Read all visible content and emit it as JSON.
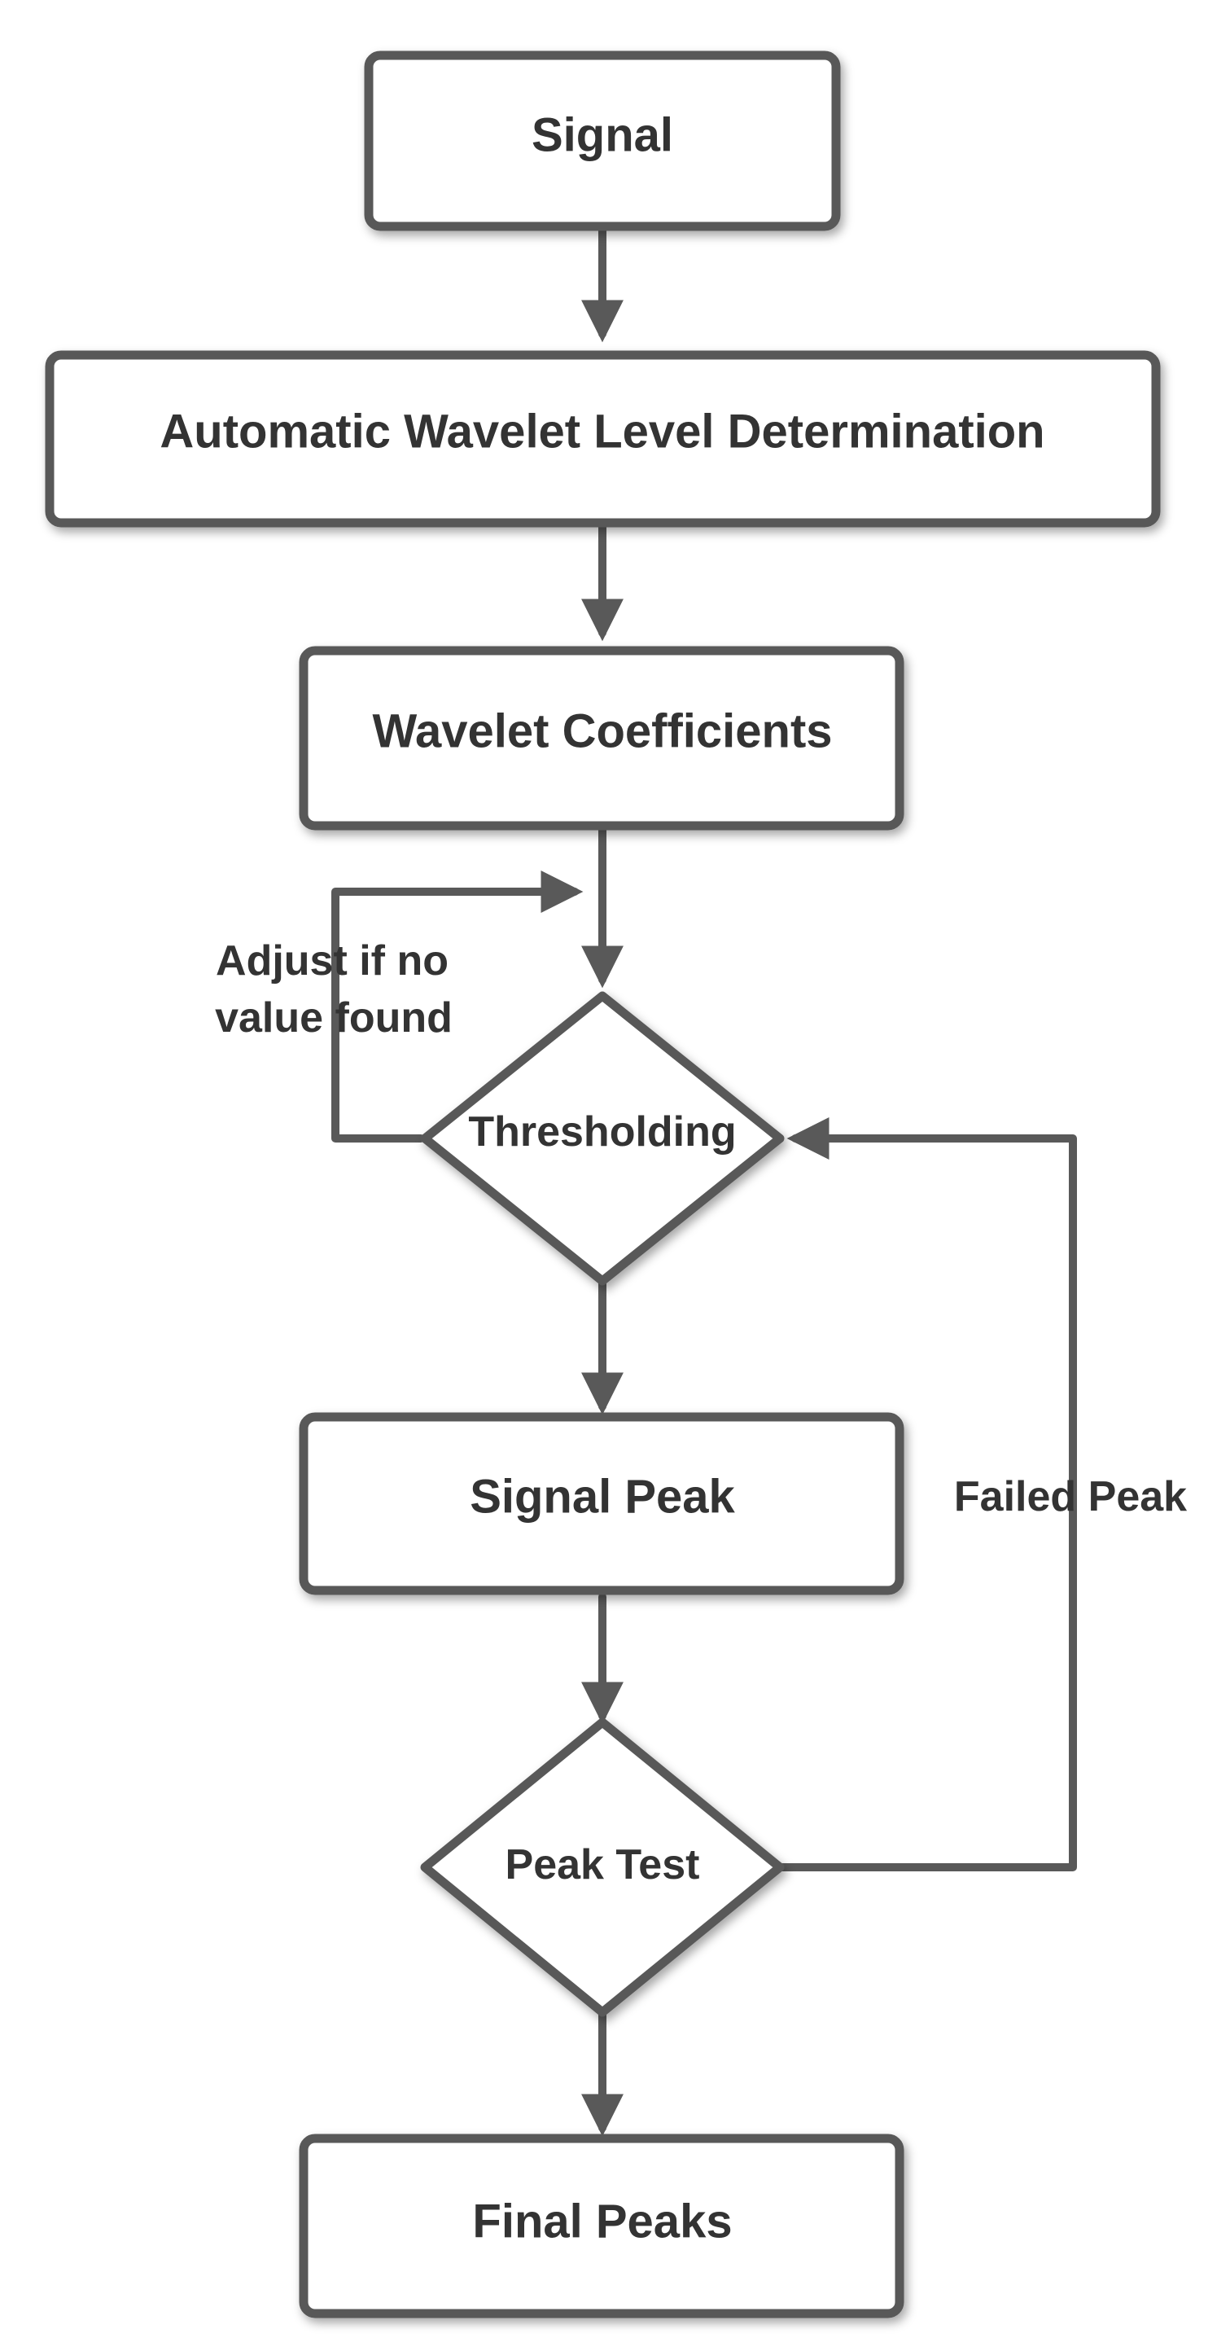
{
  "nodes": {
    "signal": "Signal",
    "wavelet_level": "Automatic Wavelet Level Determination",
    "wavelet_coefficients": "Wavelet Coefficients",
    "thresholding": "Thresholding",
    "signal_peak": "Signal Peak",
    "peak_test": "Peak Test",
    "final_peaks": "Final Peaks"
  },
  "edge_labels": {
    "adjust_line1": "Adjust if no",
    "adjust_line2": "value found",
    "failed_peak": "Failed Peak"
  },
  "colors": {
    "stroke": "#595959",
    "text": "#333333",
    "node_fill": "#ffffff",
    "shadow": "#bfbfbf"
  }
}
